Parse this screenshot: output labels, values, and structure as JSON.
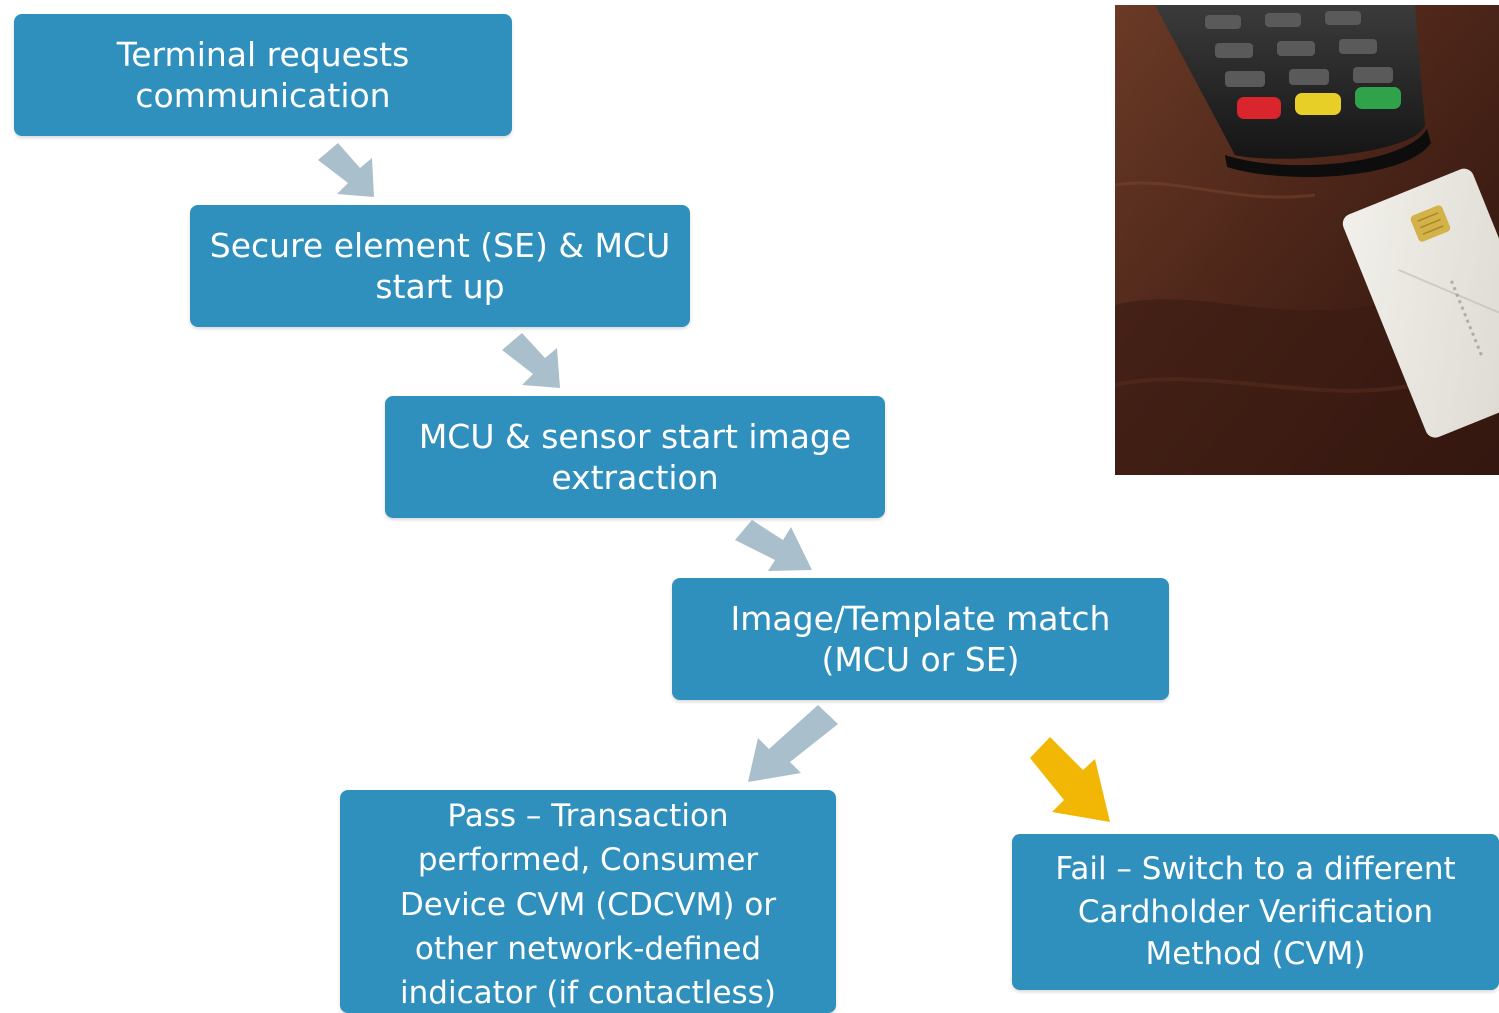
{
  "colors": {
    "box_fill": "#2f8fbd",
    "box_text": "#ffffff",
    "arrow_gray": "#a9bfcc",
    "arrow_fail": "#f2b705",
    "background": "#ffffff"
  },
  "flow": {
    "step1": {
      "line1": "Terminal requests",
      "line2": "communication"
    },
    "step2": {
      "line1": "Secure element (SE) & MCU",
      "line2": "start up"
    },
    "step3": {
      "line1": "MCU & sensor start image",
      "line2": "extraction"
    },
    "step4": {
      "line1": "Image/Template match",
      "line2": "(MCU or SE)"
    },
    "pass": {
      "line1": "Pass – Transaction",
      "line2": "performed, Consumer",
      "line3": "Device CVM (CDCVM) or",
      "line4": "other network-defined",
      "line5": "indicator (if contactless)"
    },
    "fail": {
      "line1": "Fail – Switch to a different",
      "line2": "Cardholder Verification",
      "line3": "Method (CVM)"
    }
  },
  "image": {
    "icon": "payment-terminal-photo-icon"
  }
}
